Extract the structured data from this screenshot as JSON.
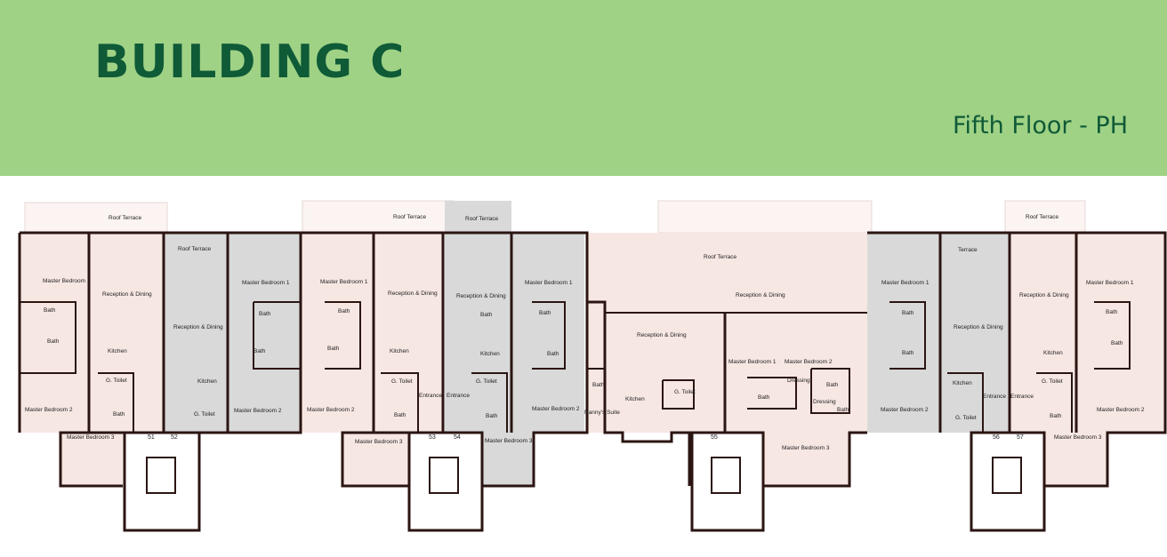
{
  "header": {
    "title": "BUILDING C",
    "subtitle": "Fifth Floor - PH"
  },
  "colors": {
    "header_bg": "#9fd285",
    "title_text": "#0f5a37",
    "unit_pink": "#f7e7e3",
    "unit_grey": "#d9d9d9",
    "wall": "#2b1512"
  },
  "plan": {
    "unit_numbers": [
      "51",
      "52",
      "53",
      "54",
      "55",
      "56",
      "57"
    ],
    "room_labels": [
      "Roof Terrace",
      "Roof Terrace",
      "Roof Terrace",
      "Roof Terrace",
      "Roof Terrace",
      "Roof Terrace",
      "Terrace",
      "Master Bedroom 1",
      "Reception & Dining",
      "Bath",
      "Bath",
      "Kitchen",
      "G. Toilet",
      "Master Bedroom 2",
      "Bath",
      "Master Bedroom 3",
      "Reception & Dining",
      "Kitchen",
      "G. Toilet",
      "Master Bedroom 1",
      "Bath",
      "Bath",
      "Master Bedroom 2",
      "Master Bedroom 1",
      "Bath",
      "Bath",
      "Master Bedroom 2",
      "Master Bedroom 3",
      "Reception & Dining",
      "Kitchen",
      "G. Toilet",
      "Bath",
      "Entrance",
      "Entrance",
      "Reception & Dining",
      "Bath",
      "Kitchen",
      "G. Toilet",
      "Bath",
      "Master Bedroom 3",
      "Master Bedroom 1",
      "Bath",
      "Bath",
      "Master Bedroom 2",
      "Reception & Dining",
      "Reception & Dining",
      "Bath",
      "Nanny's Suite",
      "Kitchen",
      "G. Toilet",
      "Master Bedroom 1",
      "Bath",
      "Master Bedroom 2",
      "Dressing",
      "Bath",
      "Dressing",
      "Bath",
      "Master Bedroom 3",
      "Master Bedroom 1",
      "Bath",
      "Bath",
      "Master Bedroom 2",
      "Reception & Dining",
      "Kitchen",
      "G. Toilet",
      "Entrance",
      "Entrance",
      "Reception & Dining",
      "Kitchen",
      "G. Toilet",
      "Bath",
      "Master Bedroom 1",
      "Bath",
      "Bath",
      "Master Bedroom 2",
      "Master Bedroom 3"
    ]
  }
}
